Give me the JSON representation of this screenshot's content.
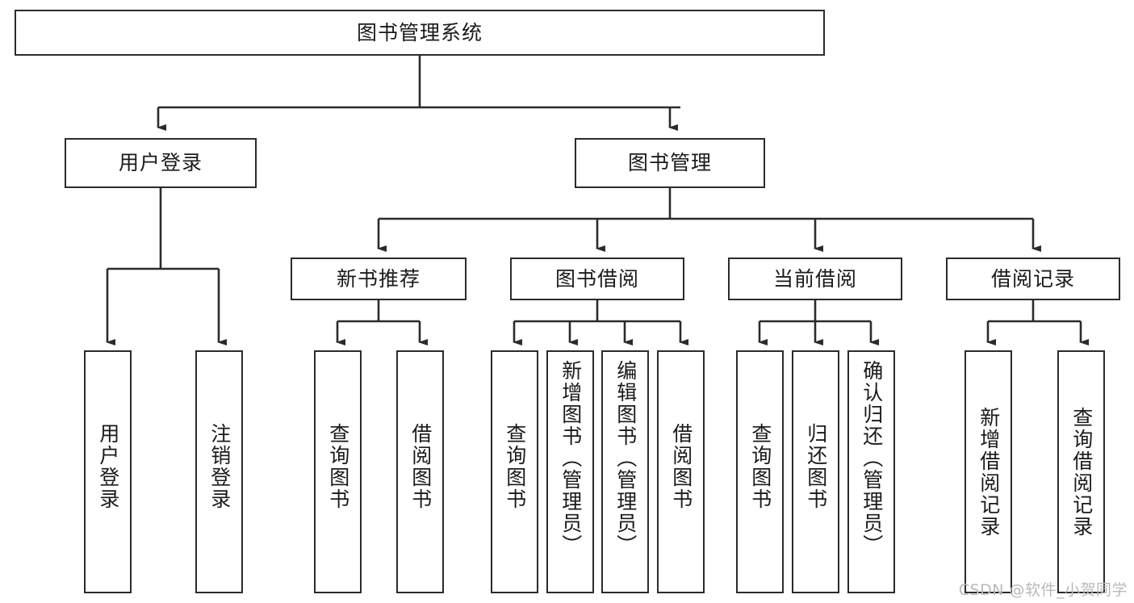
{
  "diagram": {
    "title": "图书管理系统",
    "type": "hierarchy-tree",
    "watermark": "CSDN @软件_小贺同学",
    "colors": {
      "box_border": "#2b2b2b",
      "box_fill": "#ffffff",
      "connector": "#2b2b2b",
      "text": "#1a1a1a",
      "watermark": "#b9b9b9",
      "background": "#ffffff"
    },
    "root": {
      "label": "图书管理系统",
      "orientation": "horizontal"
    },
    "level1": [
      {
        "label": "用户登录",
        "orientation": "horizontal"
      },
      {
        "label": "图书管理",
        "orientation": "horizontal"
      }
    ],
    "level2": [
      {
        "label": "新书推荐",
        "orientation": "horizontal",
        "parent": "图书管理"
      },
      {
        "label": "图书借阅",
        "orientation": "horizontal",
        "parent": "图书管理"
      },
      {
        "label": "当前借阅",
        "orientation": "horizontal",
        "parent": "图书管理"
      },
      {
        "label": "借阅记录",
        "orientation": "horizontal",
        "parent": "图书管理"
      }
    ],
    "leaves": {
      "user_login": [
        {
          "label": "用户登录",
          "orientation": "vertical"
        },
        {
          "label": "注销登录",
          "orientation": "vertical"
        }
      ],
      "new_book_recommend": [
        {
          "label": "查询图书",
          "orientation": "vertical"
        },
        {
          "label": "借阅图书",
          "orientation": "vertical"
        }
      ],
      "book_borrow": [
        {
          "label": "查询图书",
          "orientation": "vertical"
        },
        {
          "label": "新增图书（管理员）",
          "orientation": "vertical"
        },
        {
          "label": "编辑图书（管理员）",
          "orientation": "vertical"
        },
        {
          "label": "借阅图书",
          "orientation": "vertical"
        }
      ],
      "current_borrow": [
        {
          "label": "查询图书",
          "orientation": "vertical"
        },
        {
          "label": "归还图书",
          "orientation": "vertical"
        },
        {
          "label": "确认归还（管理员）",
          "orientation": "vertical"
        }
      ],
      "borrow_record": [
        {
          "label": "新增借阅记录",
          "orientation": "vertical"
        },
        {
          "label": "查询借阅记录",
          "orientation": "vertical"
        }
      ]
    }
  }
}
